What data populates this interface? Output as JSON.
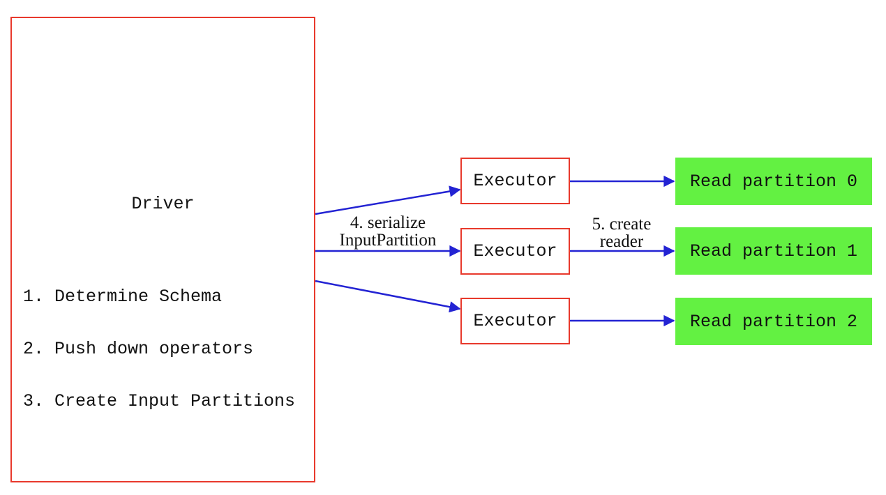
{
  "diagram": {
    "driver": {
      "title": "Driver",
      "steps": [
        "1. Determine Schema",
        "2. Push down operators",
        "3. Create Input Partitions"
      ]
    },
    "executors": [
      {
        "label": "Executor"
      },
      {
        "label": "Executor"
      },
      {
        "label": "Executor"
      }
    ],
    "partitions": [
      {
        "label": "Read partition 0"
      },
      {
        "label": "Read partition 1"
      },
      {
        "label": "Read partition 2"
      }
    ],
    "edge_labels": {
      "serialize": {
        "line1": "4. serialize",
        "line2": "InputPartition"
      },
      "create_reader": {
        "line1": "5. create",
        "line2": "reader"
      }
    },
    "colors": {
      "box_border_red": "#e8392c",
      "arrow_blue": "#2323d3",
      "partition_green": "#63f142",
      "text": "#111111",
      "background": "#ffffff"
    }
  }
}
